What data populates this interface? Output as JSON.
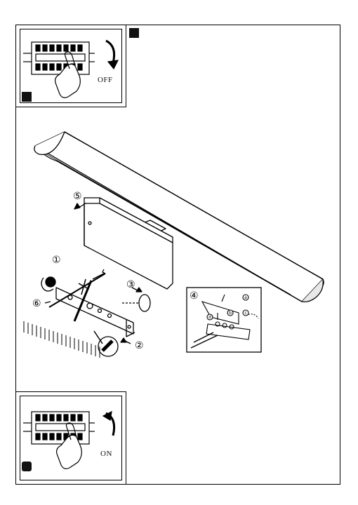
{
  "labels": {
    "off": "OFF",
    "on": "ON"
  },
  "steps": [
    "①",
    "②",
    "③",
    "④",
    "⑤",
    "⑥"
  ],
  "terminal_letters": [
    "a",
    "b",
    "c",
    "d"
  ],
  "icons": {
    "top_inset": "breaker-switch-off-icon",
    "bottom_inset": "breaker-switch-on-icon",
    "main": "wall-lamp-assembly-diagram",
    "wiring": "terminal-block-wiring-icon"
  }
}
